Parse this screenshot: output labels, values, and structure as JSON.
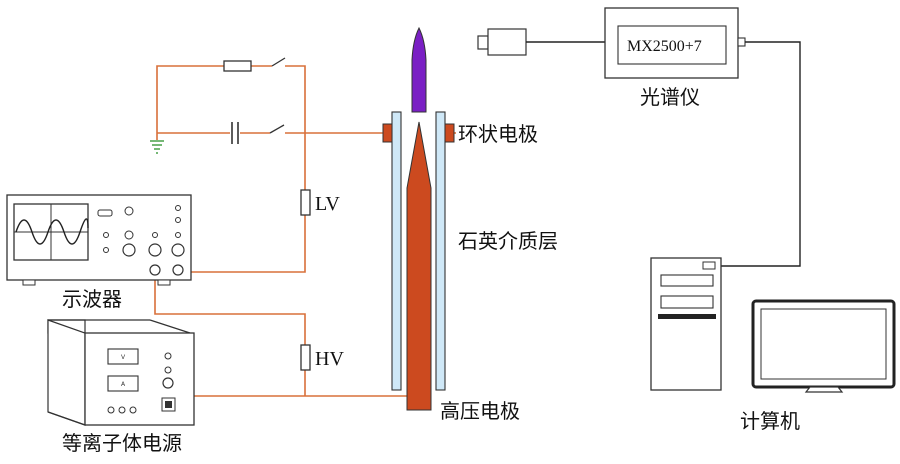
{
  "labels": {
    "ring_electrode": "环状电极",
    "quartz_dielectric": "石英介质层",
    "high_voltage_electrode": "高压电极",
    "spectrometer": "光谱仪",
    "spectrometer_model": "MX2500+7",
    "oscilloscope": "示波器",
    "plasma_power_supply": "等离子体电源",
    "computer": "计算机",
    "low_voltage_probe": "LV",
    "high_voltage_probe": "HV",
    "psu_meter_top": "V",
    "psu_meter_bottom": "A"
  },
  "colors": {
    "wire": "#d9703a",
    "electrode": "#cc4a1f",
    "plasma_jet": "#7a1fc4",
    "quartz": "#cfe8f7",
    "ground": "#3a9a3a"
  }
}
